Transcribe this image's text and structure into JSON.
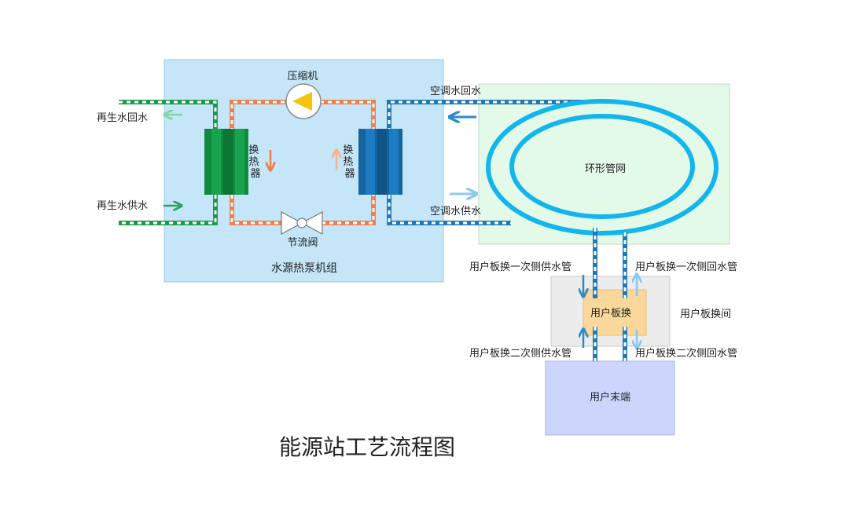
{
  "title": "能源站工艺流程图",
  "labels": {
    "compressor": "压缩机",
    "heat_exchanger_left": "换热器",
    "heat_exchanger_right": "换热器",
    "throttle_valve": "节流阀",
    "heat_pump_unit": "水源热泵机组",
    "ring_network": "环形管网",
    "regen_water_return": "再生水回水",
    "regen_water_supply": "再生水供水",
    "ac_water_return": "空调水回水",
    "ac_water_supply": "空调水供水",
    "user_plate_primary_supply": "用户板换一次侧供水管",
    "user_plate_primary_return": "用户板换一次侧回水管",
    "user_plate_exchanger": "用户板换",
    "user_plate_room": "用户板换间",
    "user_plate_secondary_supply": "用户板换二次侧供水管",
    "user_plate_secondary_return": "用户板换二次侧回水管",
    "user_terminal": "用户末端"
  },
  "colors": {
    "unit_box": "#c5e6f9",
    "ring_box": "#e3fae9",
    "room_box": "#ececec",
    "plate_box": "#fad79a",
    "terminal_box": "#ccd5fb",
    "green_pipe": "#1c9a4c",
    "orange_pipe": "#ef7f4d",
    "blue_pipe": "#2078b8",
    "ring": "#12b5ec",
    "arrow_light_green": "#82d3a6",
    "arrow_green": "#2ea35a",
    "arrow_orange": "#ee8048",
    "arrow_light_orange": "#f2b48e",
    "arrow_blue": "#2a8ad0",
    "arrow_light_blue": "#8bc8ec"
  }
}
